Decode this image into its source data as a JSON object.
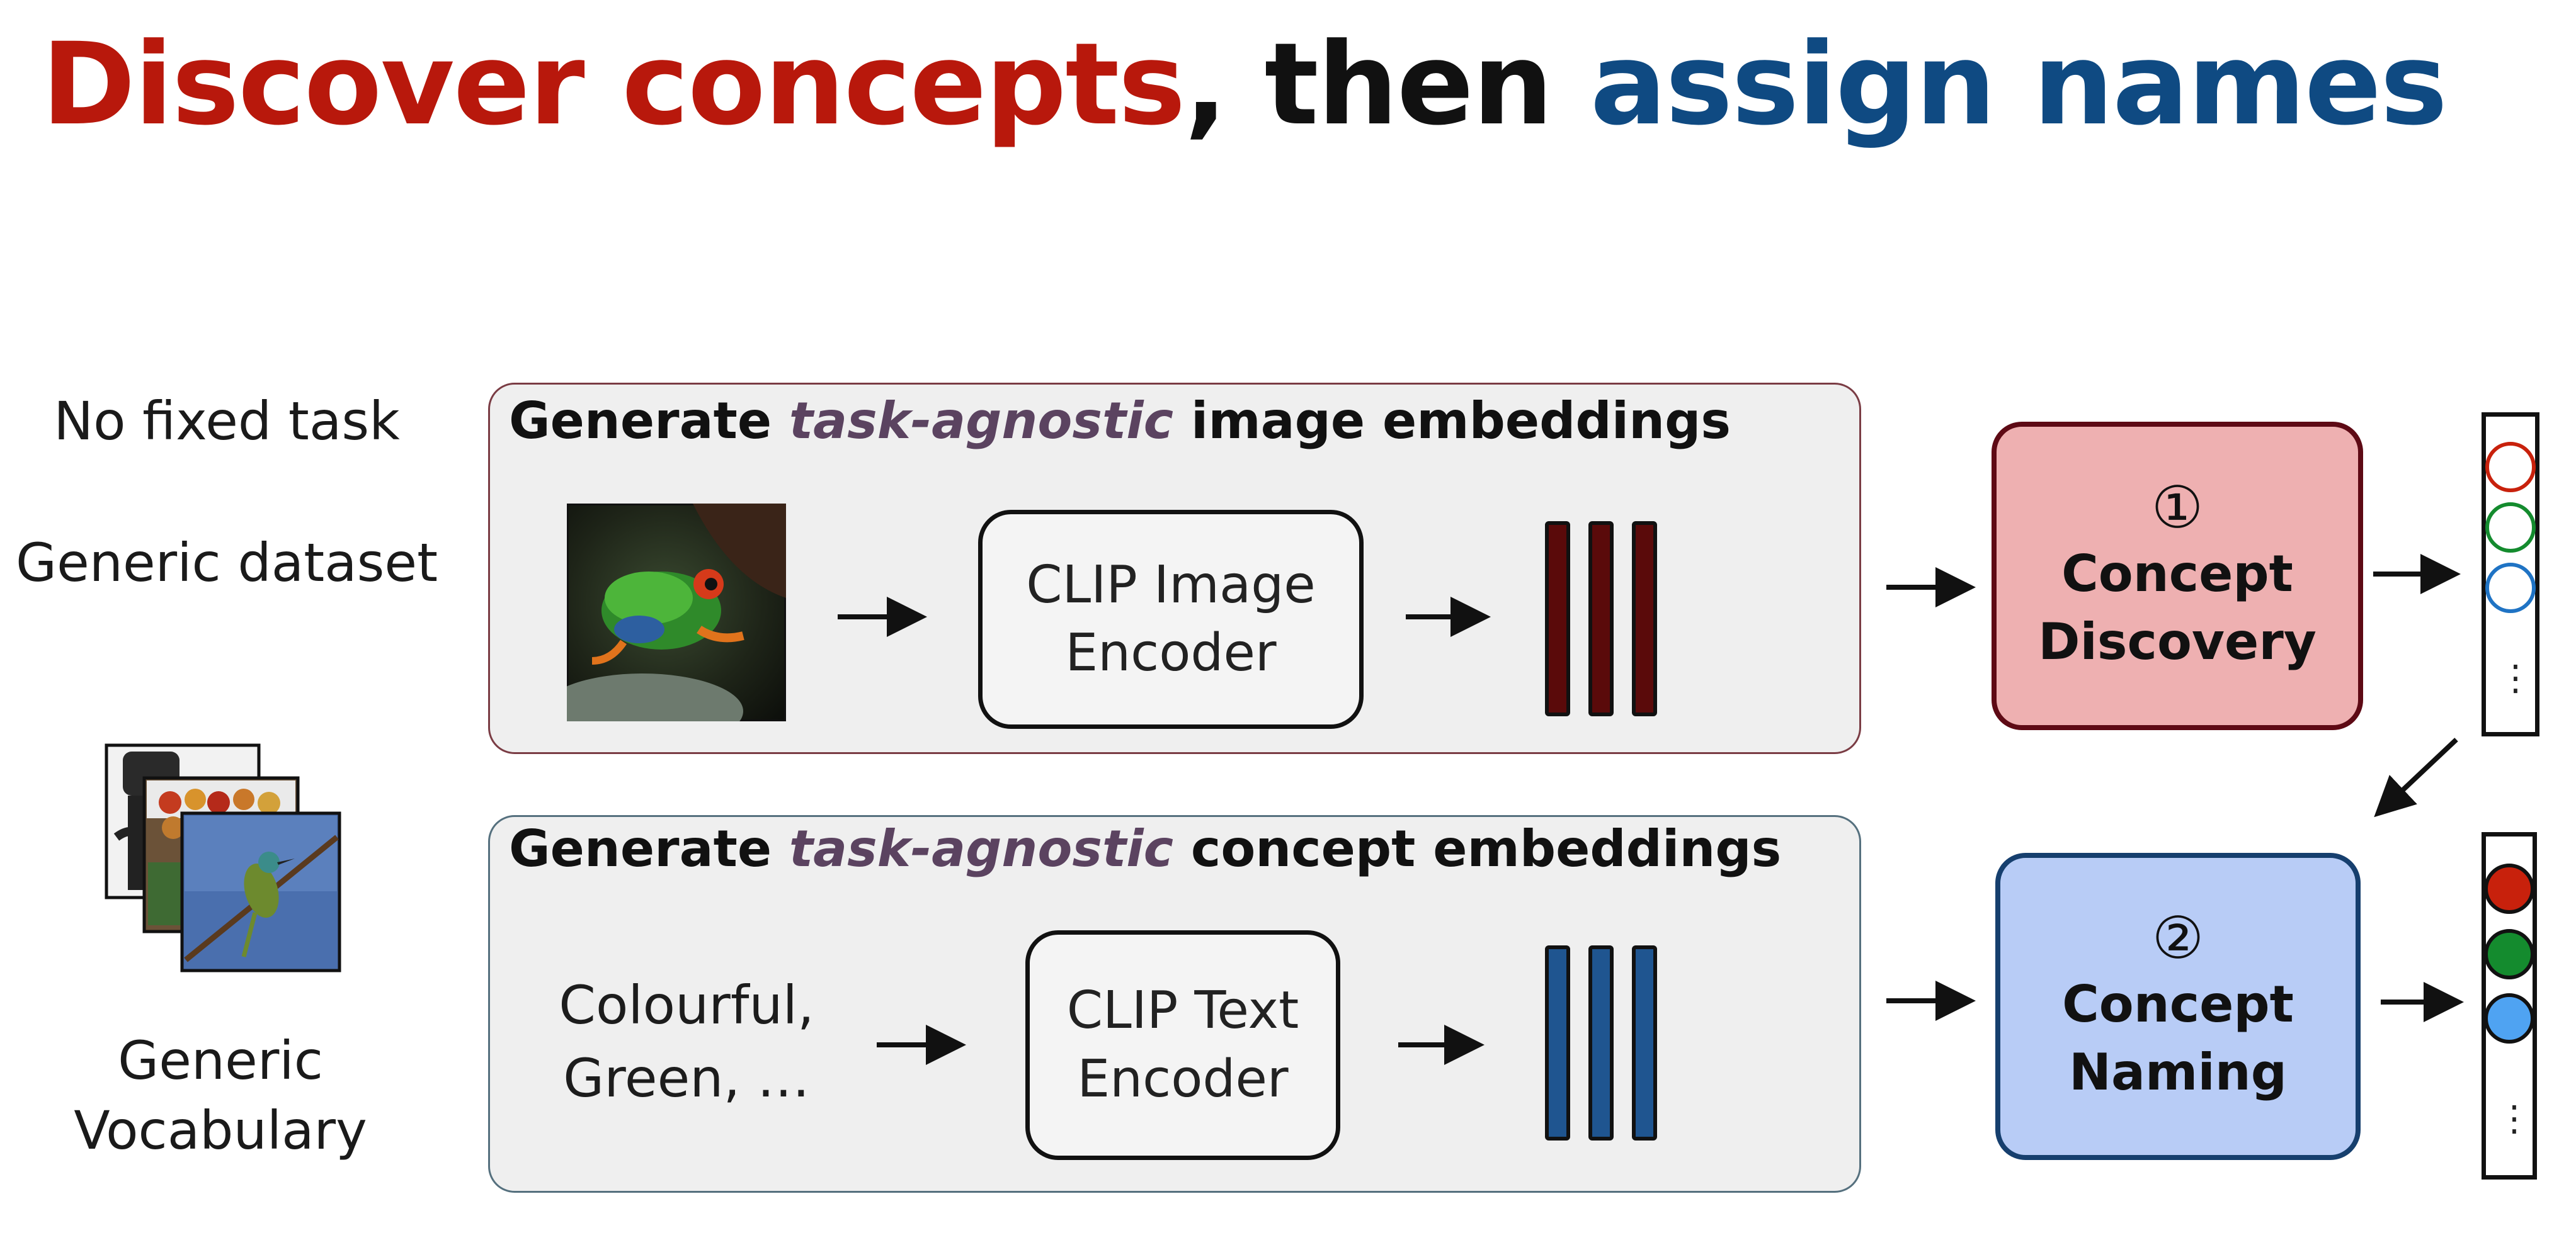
{
  "title": {
    "part1": "Discover concepts",
    "comma": ",",
    "then": " then ",
    "part2": "assign names"
  },
  "left_labels": {
    "no_fixed_task": "No fixed task",
    "generic_dataset": "Generic dataset",
    "generic_vocabulary_line1": "Generic",
    "generic_vocabulary_line2": "Vocabulary"
  },
  "image_panel": {
    "title_prefix": "Generate ",
    "title_emphasis": "task-agnostic",
    "title_suffix": " image embeddings",
    "encoder_line1": "CLIP Image",
    "encoder_line2": "Encoder",
    "photo_icon": "frog-photo-icon"
  },
  "text_panel": {
    "title_prefix": "Generate ",
    "title_emphasis": "task-agnostic",
    "title_suffix": " concept embeddings",
    "words_line1": "Colourful,",
    "words_line2": "Green, …",
    "encoder_line1": "CLIP Text",
    "encoder_line2": "Encoder"
  },
  "stages": {
    "discovery_number": "①",
    "discovery_line1": "Concept",
    "discovery_line2": "Discovery",
    "naming_number": "②",
    "naming_line1": "Concept",
    "naming_line2": "Naming"
  },
  "outputs": {
    "ellipsis": "⋮"
  },
  "colors": {
    "title_red": "#b8180c",
    "title_blue": "#0f4a82",
    "image_embedding": "#5a0a0a",
    "text_embedding": "#1f5590",
    "discovery_fill": "#eeb0b1",
    "naming_fill": "#b8ccf6",
    "concept_red": "#c8210c",
    "concept_green": "#148b2e",
    "concept_blue": "#4fa3f2"
  }
}
